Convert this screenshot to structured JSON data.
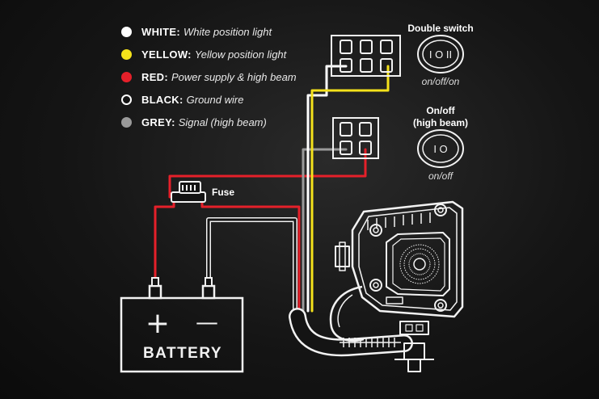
{
  "legend": [
    {
      "name": "WHITE:",
      "desc": "White position light",
      "color": "#ffffff",
      "hollow": false
    },
    {
      "name": "YELLOW:",
      "desc": "Yellow position light",
      "color": "#f5e21b",
      "hollow": false
    },
    {
      "name": "RED:",
      "desc": "Power supply & high beam",
      "color": "#e5202a",
      "hollow": false
    },
    {
      "name": "BLACK:",
      "desc": "Ground wire",
      "color": "#ffffff",
      "hollow": true
    },
    {
      "name": "GREY:",
      "desc": "Signal (high beam)",
      "color": "#9a9a9a",
      "hollow": false
    }
  ],
  "switches": {
    "double_title": "Double switch",
    "double_caption": "on/off/on",
    "double_symbol": "I O II",
    "onoff_title": "On/off",
    "onoff_subtitle": "(high beam)",
    "onoff_caption": "on/off",
    "onoff_symbol": "I O"
  },
  "fuse": {
    "label": "Fuse"
  },
  "battery": {
    "label": "BATTERY",
    "plus": "+",
    "minus": "—"
  },
  "colors": {
    "white": "#ffffff",
    "yellow": "#f5e21b",
    "red": "#e5202a",
    "grey": "#9a9a9a",
    "line": "#f2f2f2"
  }
}
